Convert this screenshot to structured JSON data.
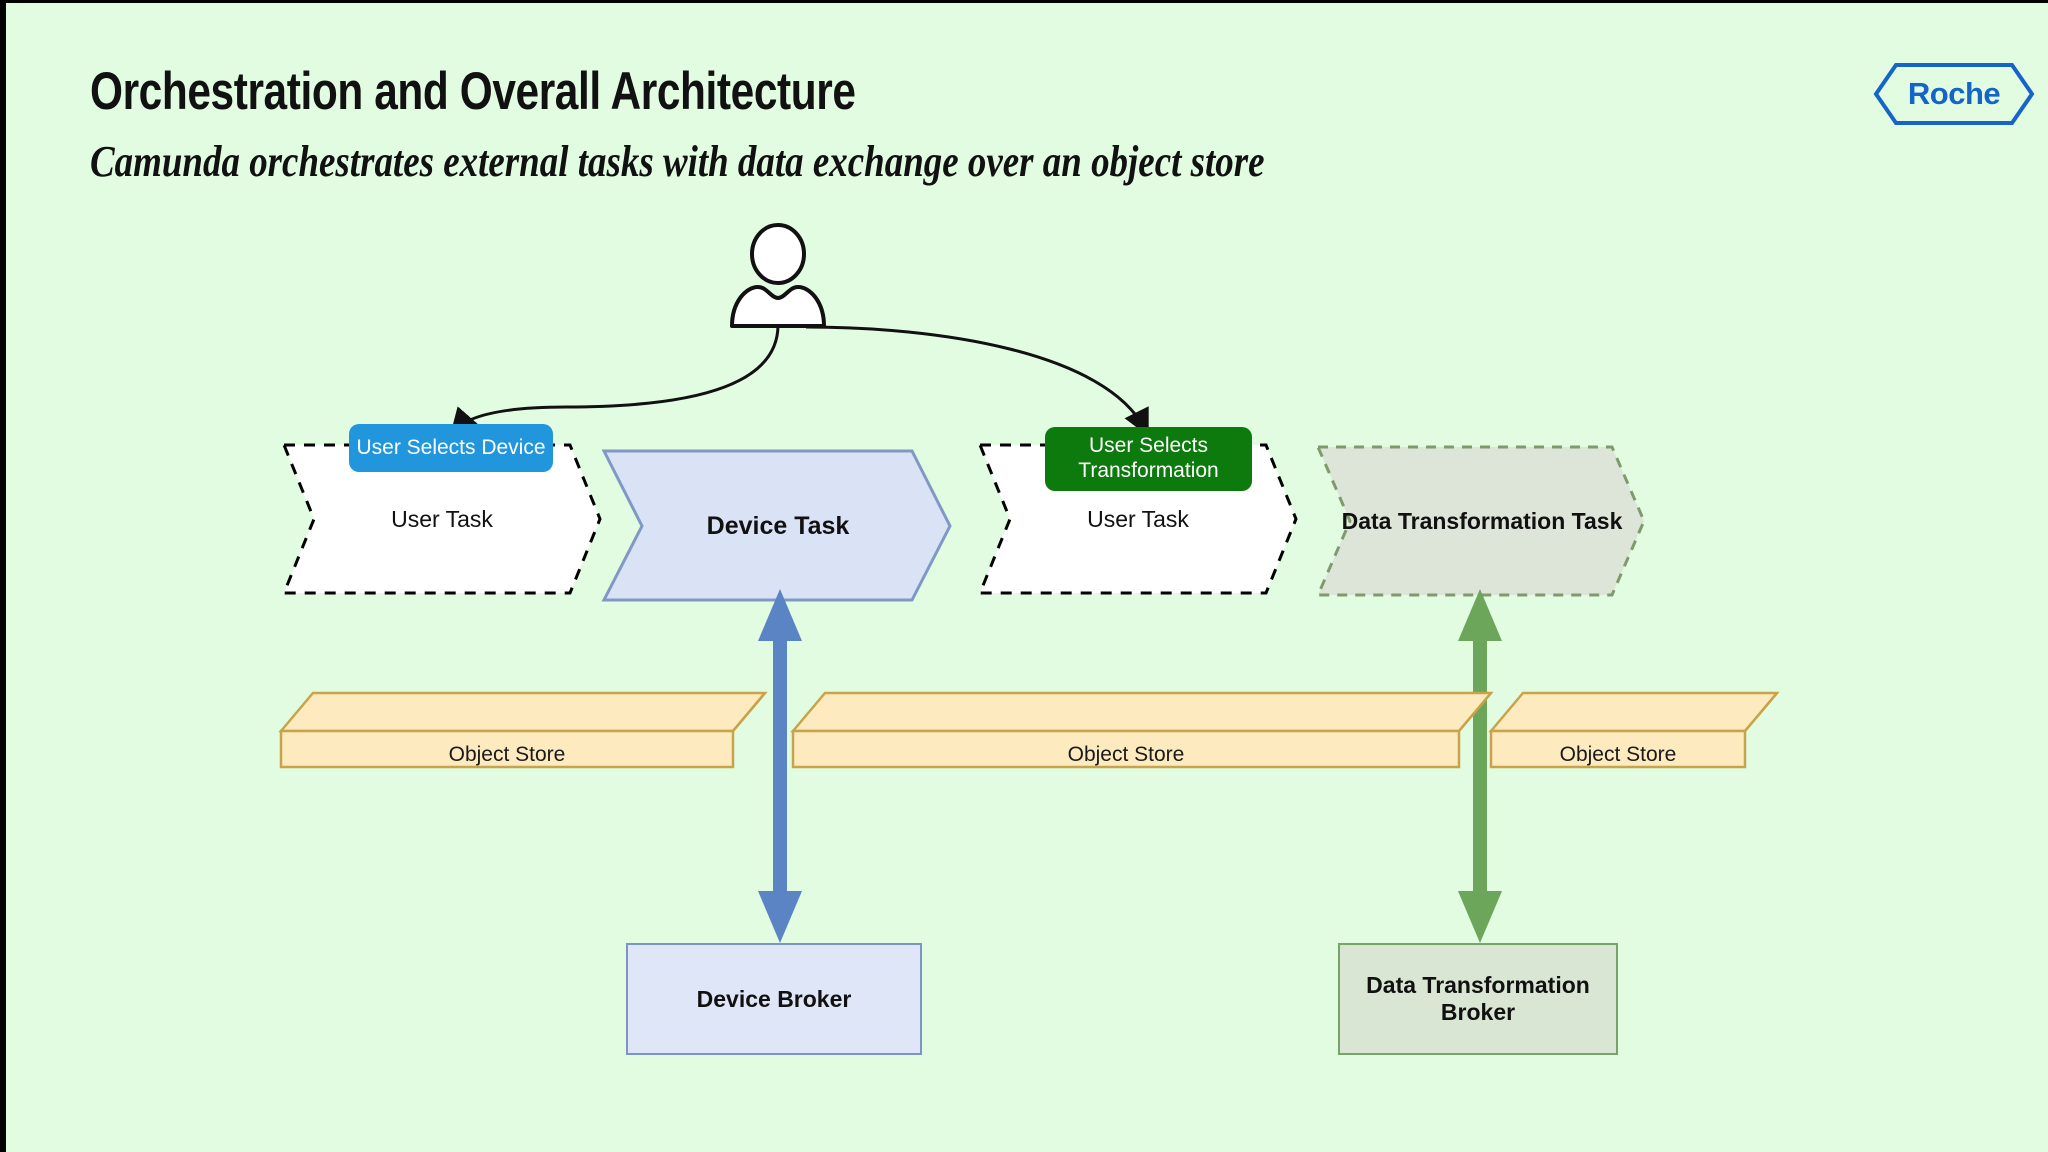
{
  "header": {
    "title": "Orchestration and Overall Architecture",
    "subtitle": "Camunda orchestrates external tasks with data exchange over an object store",
    "logo_text": "Roche",
    "logo_color": "#1565c8"
  },
  "diagram": {
    "actor": {
      "name": "user-actor",
      "icon": "person-icon"
    },
    "badges": [
      {
        "id": "user-selects-device",
        "label": "User Selects Device",
        "color": "#2196dd",
        "text_color": "#ffffff"
      },
      {
        "id": "user-selects-transformation",
        "label_line1": "User Selects",
        "label_line2": "Transformation",
        "color": "#0c7a0c",
        "text_color": "#ffffff"
      }
    ],
    "tasks": [
      {
        "id": "user-task-1",
        "label": "User Task",
        "fill": "#ffffff",
        "stroke": "#000000",
        "stroke_style": "dashed",
        "bold": false
      },
      {
        "id": "device-task",
        "label": "Device Task",
        "fill": "#dae3f5",
        "stroke": "#8098c4",
        "stroke_style": "solid",
        "bold": true
      },
      {
        "id": "user-task-2",
        "label": "User Task",
        "fill": "#ffffff",
        "stroke": "#000000",
        "stroke_style": "dashed",
        "bold": false
      },
      {
        "id": "data-transformation-task",
        "label": "Data Transformation Task",
        "fill": "#dde5d8",
        "stroke": "#7f9b6e",
        "stroke_style": "dashed",
        "bold": true
      }
    ],
    "object_stores": [
      {
        "id": "object-store-1",
        "label": "Object Store",
        "fill": "#fdeabe",
        "stroke": "#c9a349"
      },
      {
        "id": "object-store-2",
        "label": "Object Store",
        "fill": "#fdeabe",
        "stroke": "#c9a349"
      },
      {
        "id": "object-store-3",
        "label": "Object Store",
        "fill": "#fdeabe",
        "stroke": "#c9a349"
      }
    ],
    "brokers": [
      {
        "id": "device-broker",
        "label": "Device Broker",
        "fill": "#dee6f7",
        "stroke": "#7d94c4"
      },
      {
        "id": "data-transformation-broker",
        "label": "Data Transformation Broker",
        "fill": "#d8e6d3",
        "stroke": "#7aa36a"
      }
    ],
    "connectors": [
      {
        "id": "actor-to-device-arrow",
        "kind": "curved-arrow",
        "color": "#111111"
      },
      {
        "id": "actor-to-transformation-arrow",
        "kind": "curved-arrow",
        "color": "#111111"
      },
      {
        "id": "device-task-broker-arrow",
        "kind": "double-headed-arrow",
        "color": "#5b84c4"
      },
      {
        "id": "transformation-task-broker-arrow",
        "kind": "double-headed-arrow",
        "color": "#6ba65a"
      }
    ],
    "background_color": "#e2fce2"
  }
}
